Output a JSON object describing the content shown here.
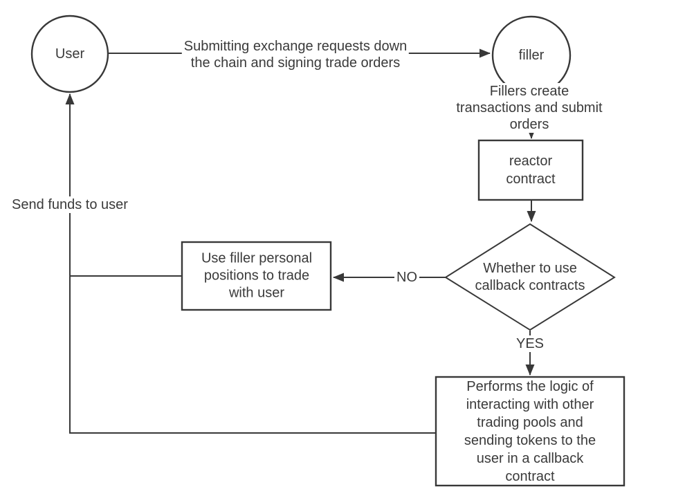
{
  "canvas": {
    "background_color": "#ffffff",
    "stroke_color": "#383838",
    "text_color": "#3a3a3a"
  },
  "nodes": {
    "user": {
      "label": "User",
      "shape": "circle"
    },
    "filler": {
      "label": "filler",
      "shape": "circle"
    },
    "reactor_contract": {
      "label": "reactor\ncontract",
      "shape": "rectangle"
    },
    "decision": {
      "label": "Whether to use\ncallback contracts",
      "shape": "diamond"
    },
    "personal_positions": {
      "label": "Use filler personal\npositions to trade\nwith user",
      "shape": "rectangle"
    },
    "callback_logic": {
      "label": "Performs the logic of\ninteracting with other\ntrading pools and\nsending tokens to the\nuser in a callback\ncontract",
      "shape": "rectangle"
    }
  },
  "edges": {
    "user_to_filler": {
      "label": "Submitting exchange requests down\nthe chain and signing trade orders"
    },
    "filler_to_reactor": {
      "label": "Fillers create transactions and submit orders"
    },
    "decision_no": {
      "label": "NO"
    },
    "decision_yes": {
      "label": "YES"
    },
    "funds_to_user": {
      "label": "Send funds to user"
    }
  }
}
